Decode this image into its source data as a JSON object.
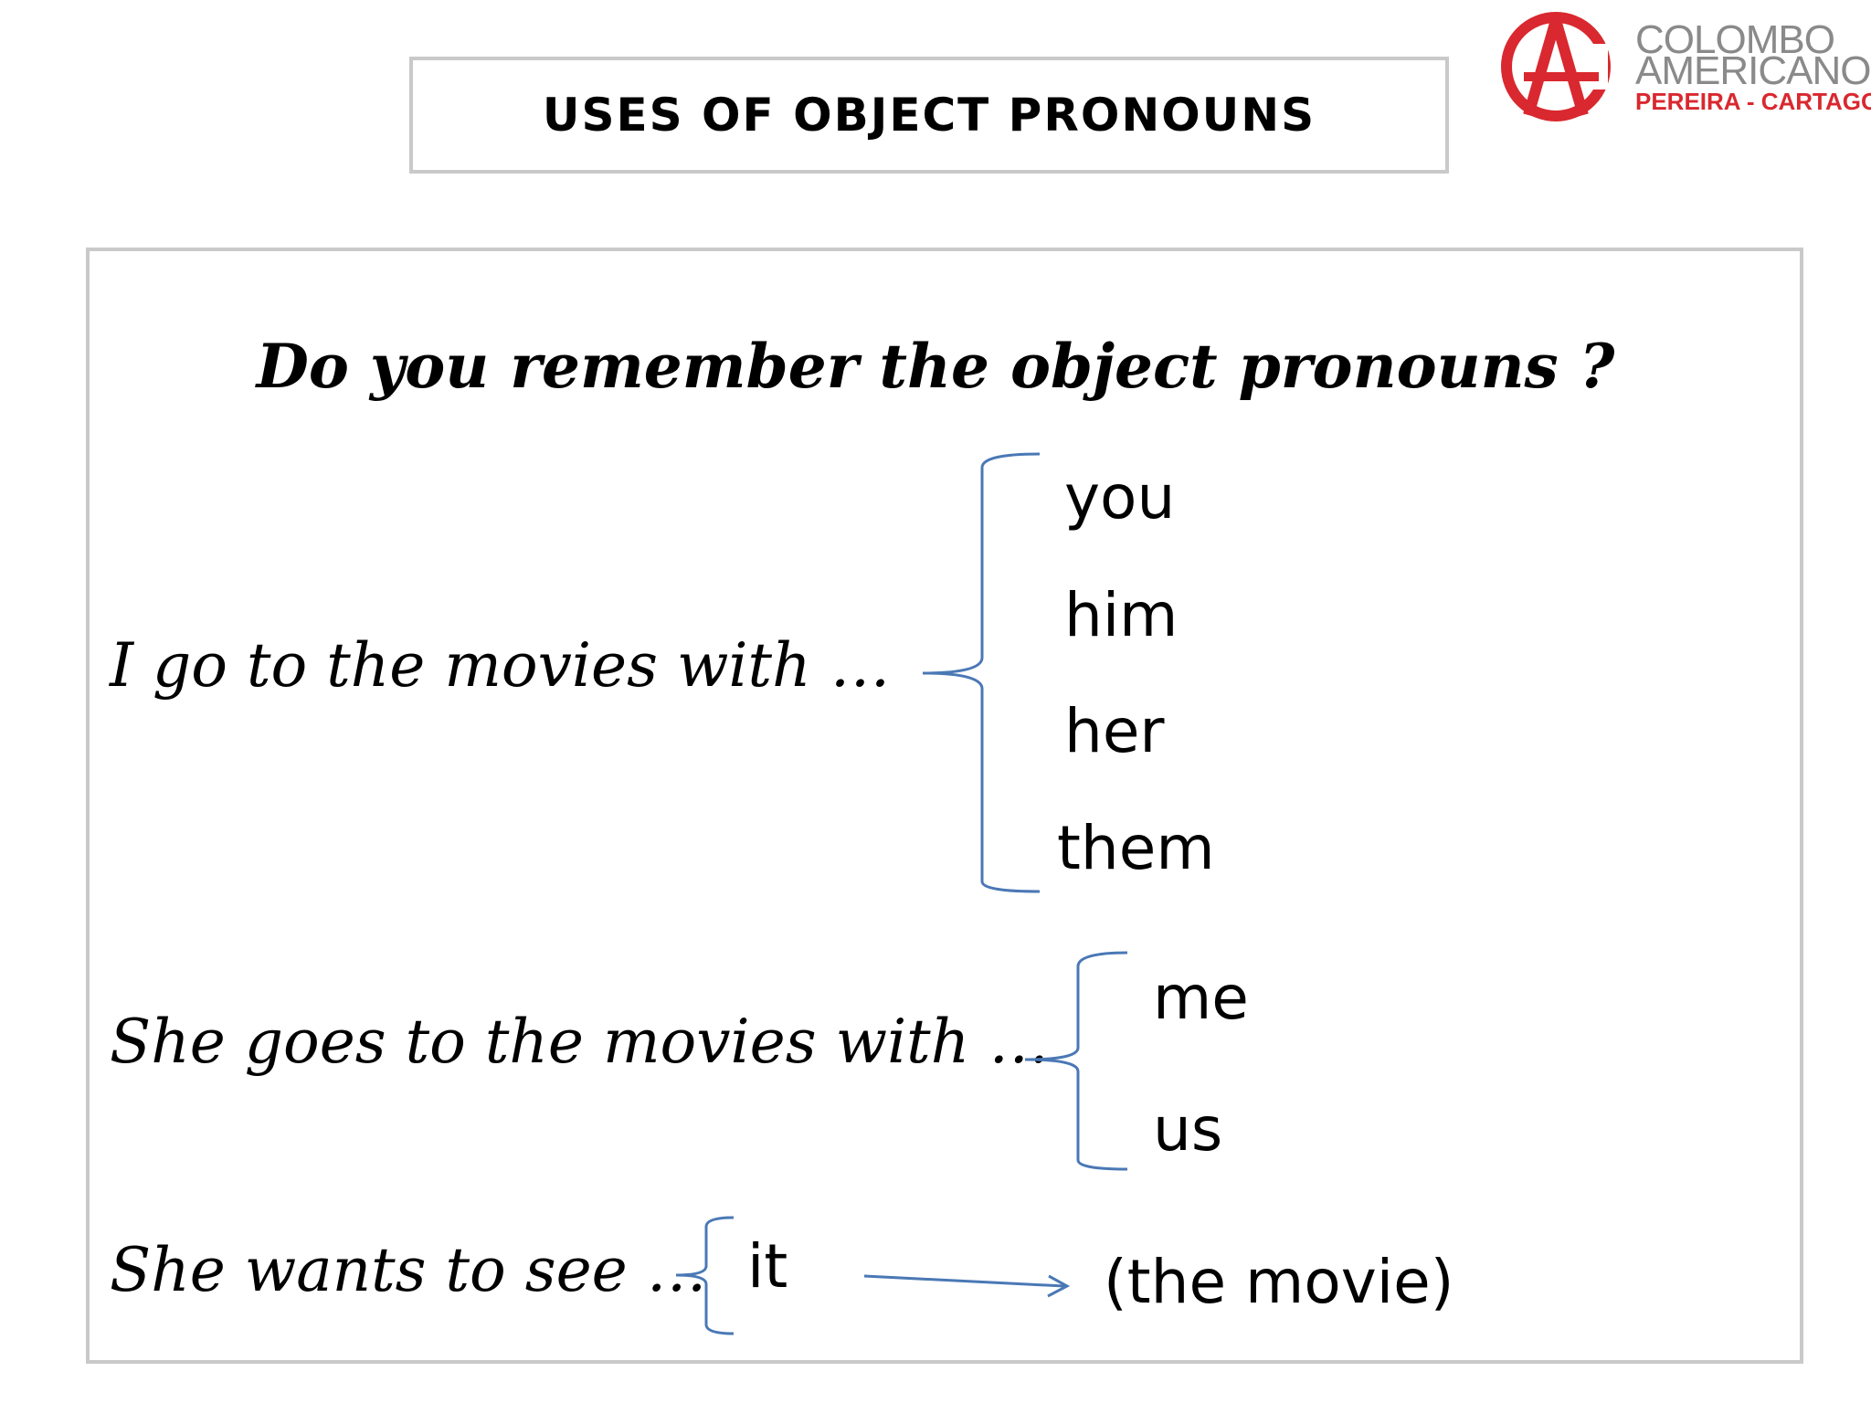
{
  "title": "USES OF OBJECT PRONOUNS",
  "logo": {
    "line1": "COLOMBO",
    "line2": "AMERICANO",
    "line3": "PEREIRA - CARTAGO",
    "brand_color": "#d9282f",
    "text_color": "#8a8a8a"
  },
  "question": "Do you remember the object pronouns ?",
  "group1": {
    "sentence": "I go to the movies with …",
    "pronouns": [
      "you",
      "him",
      "her",
      "them"
    ]
  },
  "group2": {
    "sentence": "She goes to the movies with …",
    "pronouns": [
      "me",
      "us"
    ]
  },
  "group3": {
    "sentence": "She wants to see …",
    "pronoun": "it",
    "meaning": "(the movie)"
  },
  "bracket_color": "#4a78b5"
}
